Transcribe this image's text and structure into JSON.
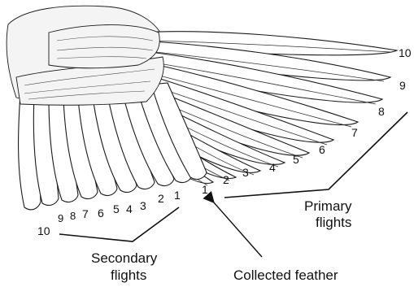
{
  "primary": {
    "numbers": [
      "1",
      "2",
      "3",
      "4",
      "5",
      "6",
      "7",
      "8",
      "9",
      "10"
    ],
    "label_line1": "Primary",
    "label_line2": "flights"
  },
  "secondary": {
    "numbers": [
      "1",
      "2",
      "3",
      "4",
      "5",
      "6",
      "7",
      "8",
      "9",
      "10"
    ],
    "label_line1": "Secondary",
    "label_line2": "flights"
  },
  "callout": {
    "label": "Collected feather"
  },
  "icons": {
    "wing": "bird-wing-illustration",
    "arrow": "pointer-arrow"
  }
}
